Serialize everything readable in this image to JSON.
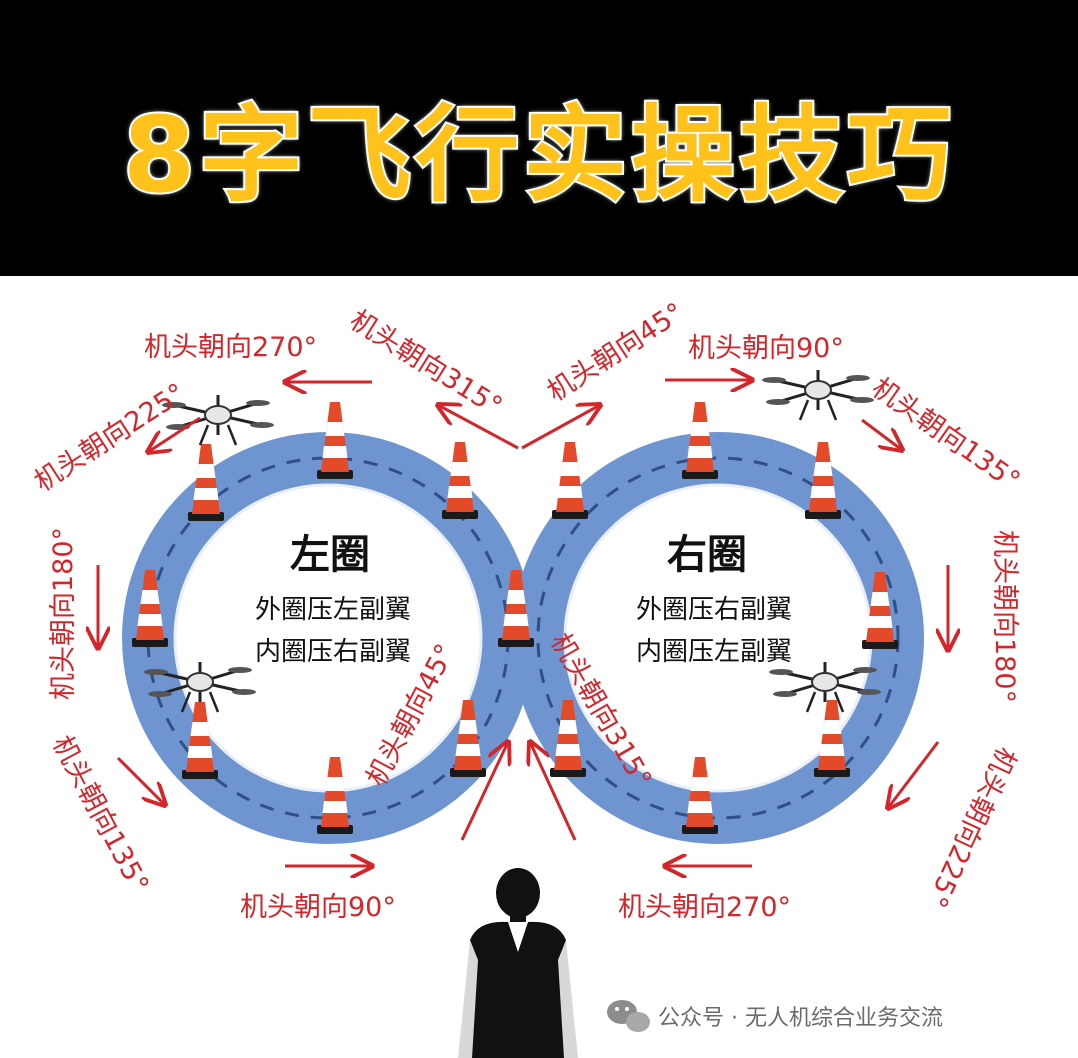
{
  "title": "8字飞行实操技巧",
  "colors": {
    "accent": "#FFC21A",
    "track": "#6E95D0",
    "arrow": "#D4252B"
  },
  "left_loop": {
    "name": "左圈",
    "line1": "外圈压左副翼",
    "line2": "内圈压右副翼"
  },
  "right_loop": {
    "name": "右圈",
    "line1": "外圈压右副翼",
    "line2": "内圈压左副翼"
  },
  "labels": {
    "top_270": "机头朝向270°",
    "top_315": "机头朝向315°",
    "top_45": "机头朝向45°",
    "top_90": "机头朝向90°",
    "left_225": "机头朝向225°",
    "left_180": "机头朝向180°",
    "left_135": "机头朝向135°",
    "bottom_90": "机头朝向90°",
    "right_135": "机头朝向135°",
    "right_180": "机头朝向180°",
    "right_225": "机头朝向225°",
    "bottom_270": "机头朝向270°",
    "center_45": "机头朝向45°",
    "center_315": "机头朝向315°"
  },
  "watermark": "公众号 · 无人机综合业务交流"
}
